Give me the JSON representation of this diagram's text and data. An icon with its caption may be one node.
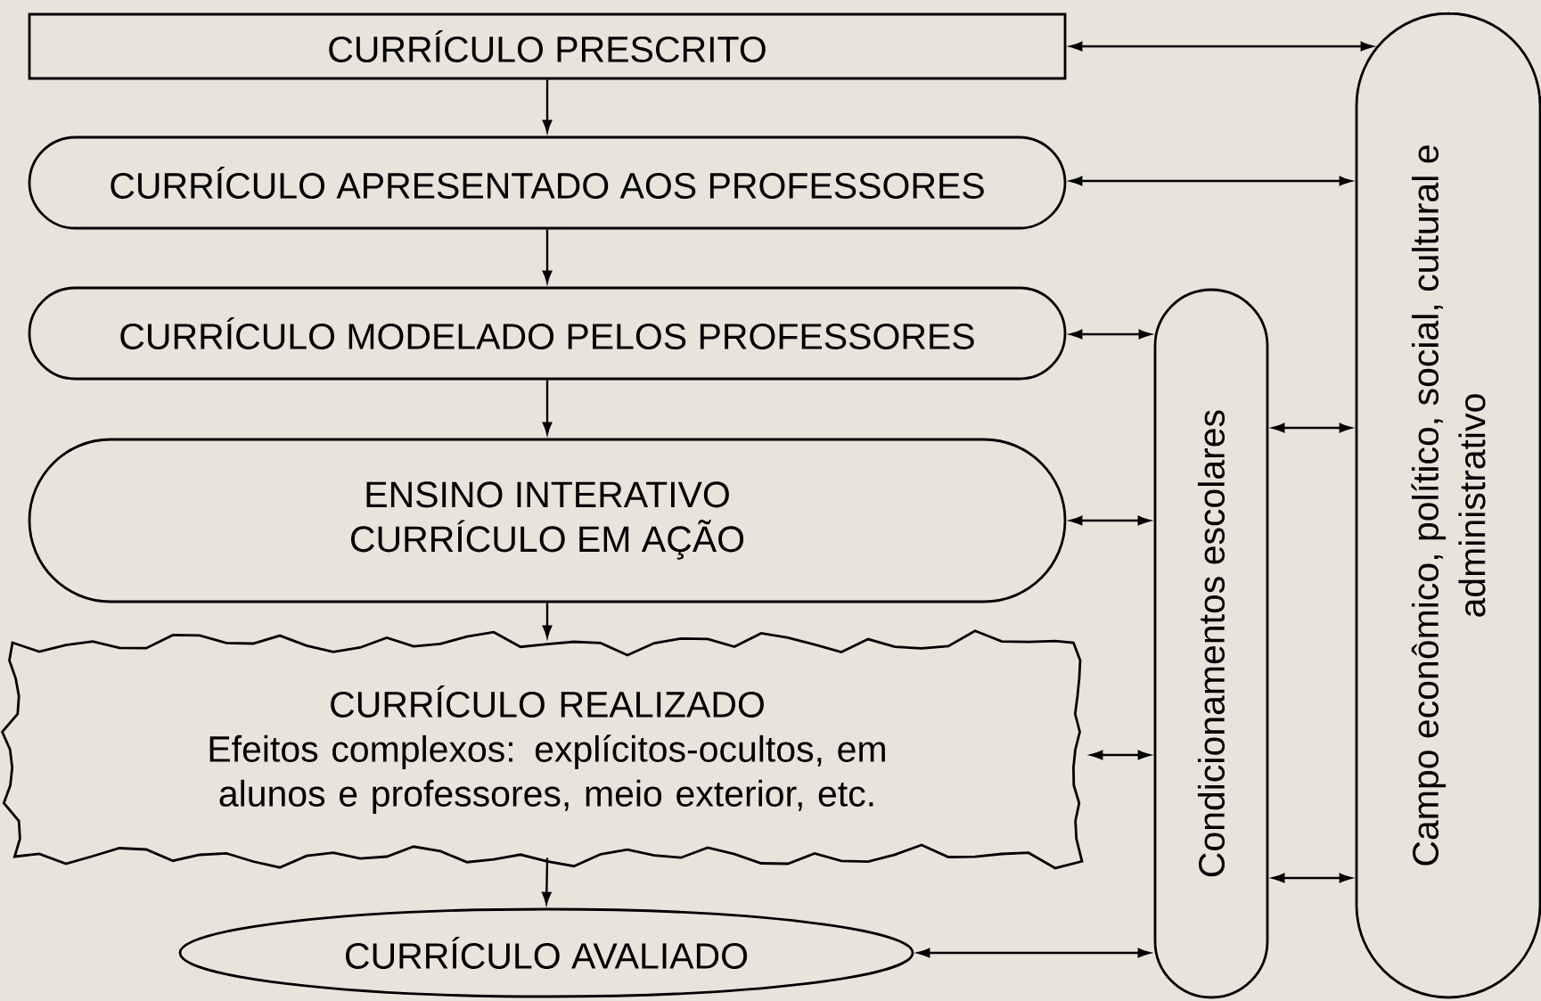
{
  "diagram": {
    "nodes": [
      {
        "text": [
          "CURRÍCULO PRESCRITO"
        ]
      },
      {
        "text": [
          "CURRÍCULO APRESENTADO AOS PROFESSORES"
        ]
      },
      {
        "text": [
          "CURRÍCULO MODELADO PELOS PROFESSORES"
        ]
      },
      {
        "text": [
          "ENSINO INTERATIVO",
          "CURRÍCULO EM AÇÃO"
        ]
      },
      {
        "text": [
          "CURRÍCULO REALIZADO",
          "Efeitos complexos: explícitos-ocultos, em alunos e professores, meio exterior, etc."
        ]
      },
      {
        "text": [
          "CURRÍCULO AVALIADO"
        ]
      },
      {
        "text": [
          "Condicionamentos escolares"
        ]
      },
      {
        "text": [
          "Campo econômico, político, social, cultural e administrativo"
        ]
      }
    ],
    "edges": [
      {
        "from": 0,
        "to": 1,
        "arrow": "to"
      },
      {
        "from": 1,
        "to": 2,
        "arrow": "to"
      },
      {
        "from": 2,
        "to": 3,
        "arrow": "to"
      },
      {
        "from": 3,
        "to": 4,
        "arrow": "to"
      },
      {
        "from": 4,
        "to": 5,
        "arrow": "to"
      },
      {
        "from": 0,
        "to": 7,
        "arrow": "both"
      },
      {
        "from": 1,
        "to": 7,
        "arrow": "both"
      },
      {
        "from": 2,
        "to": 6,
        "arrow": "both"
      },
      {
        "from": 3,
        "to": 6,
        "arrow": "both"
      },
      {
        "from": 4,
        "to": 6,
        "arrow": "both"
      },
      {
        "from": 5,
        "to": 6,
        "arrow": "both"
      },
      {
        "from": 6,
        "to": 7,
        "arrow": "both"
      },
      {
        "from": 6,
        "to": 7,
        "arrow": "both"
      }
    ]
  }
}
